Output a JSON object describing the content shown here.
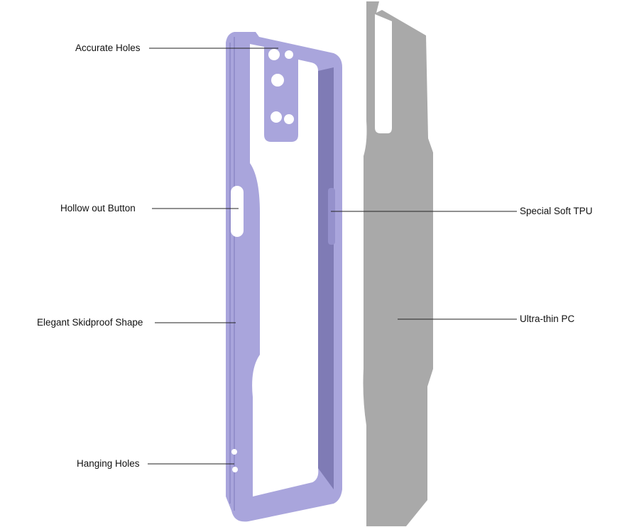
{
  "labels": {
    "accurate_holes": "Accurate Holes",
    "hollow_out_button": "Hollow out Button",
    "elegant_skidproof_shape": "Elegant Skidproof Shape",
    "hanging_holes": "Hanging Holes",
    "special_soft_tpu": "Special Soft TPU",
    "ultra_thin_pc": "Ultra-thin PC"
  },
  "colors": {
    "case_purple": "#a9a5dc",
    "case_shadow": "#7f7bb5",
    "back_plate": "#a9a9a9"
  }
}
